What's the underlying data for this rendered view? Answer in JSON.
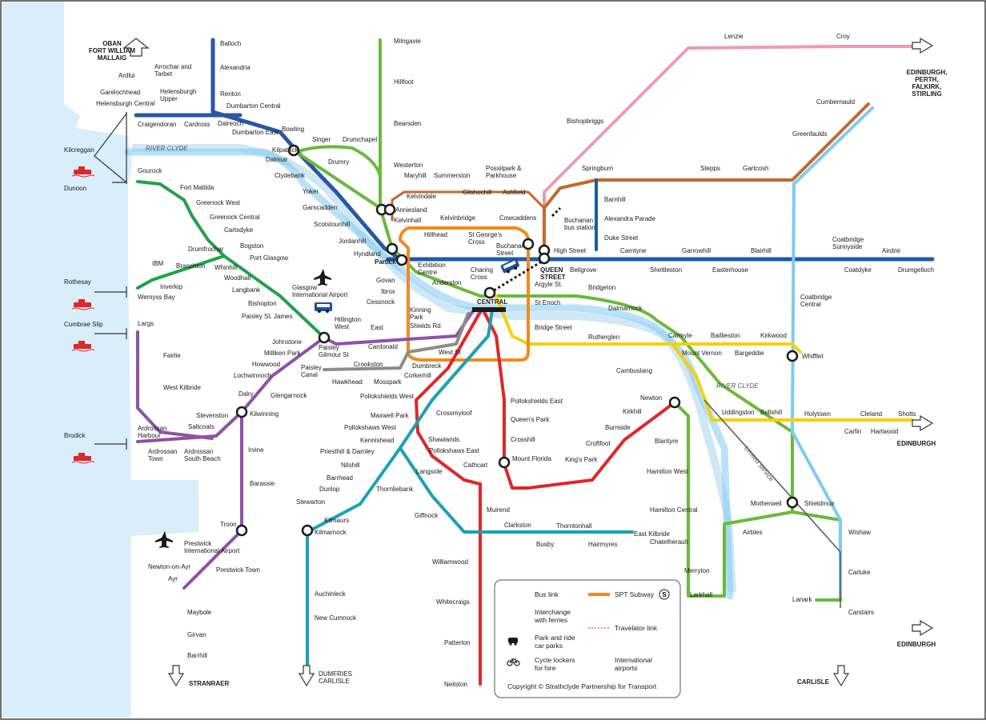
{
  "map": {
    "colors": {
      "sea": "#d9eef9",
      "river": "#d0e8f5",
      "north_clyde": "#2a56a6",
      "bearsden_milngavie": "#6bb93b",
      "cathcart_circle": "#e0262a",
      "east_kilbride_kilmarnock": "#1ba1b4",
      "ayrshire": "#8e52a5",
      "inverclyde": "#22a04a",
      "paisley_canal": "#8c8c8c",
      "argyle_line": "#f5d10a",
      "cumbernauld_springburn": "#c3692e",
      "edinburgh_falkirk": "#ee9ab0",
      "airdrie_bathgate": "#1e5aa8",
      "coatbridge_motherwell": "#7ecbf0",
      "subway": "#f08a1e",
      "bus": "#1f4e9c",
      "ferry": "#e0262a"
    },
    "stations": {
      "balloch": "Balloch",
      "alexandria": "Alexandria",
      "renton": "Renton",
      "dumbarton_central": "Dumbarton Central",
      "dalreoch": "Dalreoch",
      "dumbarton_east": "Dumbarton East",
      "bowling": "Bowling",
      "kilpatrick": "Kilpatrick",
      "dalmuir": "Dalmuir",
      "singer": "Singer",
      "drumchapel": "Drumchapel",
      "drumry": "Drumry",
      "clydebank": "Clydebank",
      "yoker": "Yoker",
      "garscadden": "Garscadden",
      "scotstounhill": "Scotstounhill",
      "jordanhill": "Jordanhill",
      "hyndland": "Hyndland",
      "partick": "Partick",
      "milngavie": "Milngavie",
      "hillfoot": "Hillfoot",
      "bearsden": "Bearsden",
      "westerton": "Westerton",
      "maryhill": "Maryhill",
      "summerston": "Summerston",
      "possilpark": "Possilpark &\nParkhouse",
      "kelvindale": "Kelvindale",
      "gilshochill": "Gilshochill",
      "ashfield": "Ashfield",
      "anniesland": "Anniesland",
      "kelvinhall": "Kelvinhall",
      "kelvinbridge": "Kelvinbridge",
      "cowcaddens": "Cowcaddens",
      "hillhead": "Hillhead",
      "st_georges_cross": "St George's\nCross",
      "buchanan_street": "Buchanan\nStreet",
      "buchanan_bus_station": "Buchanan\nbus station",
      "queen_street": "QUEEN\nSTREET",
      "high_street": "High Street",
      "bellgrove": "Bellgrove",
      "carntyne": "Carntyne",
      "garrowhill": "Garrowhill",
      "blairhill": "Blairhill",
      "coatbridge_sunnyside": "Coatbridge\nSunnyside",
      "airdrie": "Airdrie",
      "drumgelloch": "Drumgelloch",
      "shettleston": "Shettleston",
      "easterhouse": "Easterhouse",
      "coatdyke": "Coatdyke",
      "exhibition_centre": "Exhibition\nCentre",
      "anderston": "Anderston",
      "charing_cross": "Charing\nCross",
      "argyle_st": "Argyle St.",
      "central": "CENTRAL",
      "st_enoch": "St Enoch",
      "bridge_street": "Bridge Street",
      "bridgeton": "Bridgeton",
      "dalmarnock": "Dalmarnock",
      "rutherglen": "Rutherglen",
      "carmyle": "Carmyle",
      "baillieston": "Baillieston",
      "kirkwood": "Kirkwood",
      "mount_vernon": "Mount Vernon",
      "bargeddie": "Bargeddie",
      "whifflet": "Whifflet",
      "coatbridge_central": "Coatbridge\nCentral",
      "cambuslang": "Cambuslang",
      "newton": "Newton",
      "kirkhill": "Kirkhill",
      "burnside": "Burnside",
      "croftfoot": "Croftfoot",
      "kings_park": "King's Park",
      "blantyre": "Blantyre",
      "hamilton_west": "Hamilton West",
      "hamilton_central": "Hamilton Central",
      "chatelherault": "Chatelherault",
      "merryton": "Merryton",
      "larkhall": "Larkhall",
      "uddingston": "Uddingston",
      "bellshill": "Bellshill",
      "holytown": "Holytown",
      "cleland": "Cleland",
      "shotts": "Shotts",
      "carfin": "Carfin",
      "hartwood": "Hartwood",
      "motherwell": "Motherwell",
      "shieldmuir": "Shieldmuir",
      "airbles": "Airbles",
      "wishaw": "Wishaw",
      "carluke": "Carluke",
      "lanark": "Lanark",
      "carstairs": "Carstairs",
      "lenzie": "Lenzie",
      "croy": "Croy",
      "bishopbriggs": "Bishopbriggs",
      "cumbernauld": "Cumbernauld",
      "greenfaulds": "Greenfaulds",
      "springburn": "Springburn",
      "barnhill": "Barnhill",
      "alexandra_parade": "Alexandra Parade",
      "duke_street": "Duke Street",
      "stepps": "Stepps",
      "gartcosh": "Gartcosh",
      "govan": "Govan",
      "ibrox": "Ibrox",
      "cessnock": "Cessnock",
      "kinning_park": "Kinning\nPark",
      "shields_rd": "Shields Rd",
      "west_st": "West St",
      "hillington_west": "Hillington\nWest",
      "hillington_east": "East",
      "cardonald": "Cardonald",
      "paisley_gilmour_st": "Paisley\nGilmour St",
      "paisley_canal": "Paisley\nCanal",
      "crookston": "Crookston",
      "hawkhead": "Hawkhead",
      "mosspark": "Mosspark",
      "dumbreck": "Dumbreck",
      "corkerhill": "Corkerhill",
      "pollokshields_west": "Pollokshields West",
      "pollokshields_east": "Pollokshields East",
      "maxwell_park": "Maxwell Park",
      "crossmyloof": "Crossmyloof",
      "queens_park": "Queen's Park",
      "shawlands": "Shawlands",
      "pollokshaws_east": "Pollokshaws East",
      "crosshill": "Crosshill",
      "pollokshaws_west": "Pollokshaws West",
      "kennishead": "Kennishead",
      "priesthill": "Priesthill & Darnley",
      "nitshill": "Nitshill",
      "barrhead": "Barrhead",
      "dunlop": "Dunlop",
      "stewarton": "Stewarton",
      "kilmaurs": "Kilmaurs",
      "kilmarnock": "Kilmarnock",
      "auchinleck": "Auchinleck",
      "new_cumnock": "New Cumnock",
      "dumfries_carlisle": "DUMFRIES\nCARLISLE",
      "langside": "Langside",
      "cathcart": "Cathcart",
      "mount_florida": "Mount Florida",
      "thornliebank": "Thornliebank",
      "giffnock": "Giffnock",
      "muirend": "Muirend",
      "clarkston": "Clarkston",
      "busby": "Busby",
      "thorntonhall": "Thorntonhall",
      "hairmyres": "Hairmyres",
      "east_kilbride": "East Kilbride",
      "williamwood": "Williamwood",
      "whitecraigs": "Whitecraigs",
      "patterton": "Patterton",
      "neilston": "Neilston",
      "glasgow_airport": "Glasgow\nInternational Airport",
      "johnstone": "Johnstone",
      "milliken_park": "Milliken Park",
      "howwood": "Howwood",
      "lochwinnoch": "Lochwinnoch",
      "glengarnock": "Glengarnock",
      "dalry": "Dalry",
      "kilwinning": "Kilwinning",
      "stevenston": "Stevenston",
      "saltcoats": "Saltcoats",
      "ardrossan_harbour": "Ardrossan\nHarbour",
      "ardrossan_town": "Ardrossan\nTown",
      "ardrossan_south_beach": "Ardrossan\nSouth Beach",
      "west_kilbride": "West Kilbride",
      "fairlie": "Fairlie",
      "largs": "Largs",
      "irvine": "Irvine",
      "barassie": "Barassie",
      "troon": "Troon",
      "prestwick_airport": "Prestwick\nInternational Airport",
      "prestwick_town": "Prestwick Town",
      "newton_on_ayr": "Newton-on-Ayr",
      "ayr": "Ayr",
      "maybole": "Maybole",
      "girvan": "Girvan",
      "barrhill": "Barrhill",
      "stranraer": "STRANRAER",
      "gourock": "Gourock",
      "fort_matilda": "Fort Matilda",
      "greenock_west": "Greenock West",
      "greenock_central": "Greenock Central",
      "cartsdyke": "Cartsdyke",
      "bogston": "Bogston",
      "port_glasgow": "Port Glasgow",
      "whinhill": "Whinhill",
      "drumfrochar": "Drumfrochar",
      "branchton": "Branchton",
      "ibm": "IBM",
      "inverkip": "Inverkip",
      "wemyss_bay": "Wemyss Bay",
      "woodhall": "Woodhall",
      "langbank": "Langbank",
      "bishopton": "Bishopton",
      "paisley_st_james": "Paisley St. James",
      "craigendoran": "Craigendoran",
      "cardross": "Cardross",
      "helensburgh_central": "Helensburgh Central",
      "helensburgh_upper": "Helensburgh\nUpper",
      "garelochhead": "Garelochhead",
      "arrochar": "Arrochar and\nTarbet",
      "ardlui": "Ardlui",
      "oban": "OBAN\nFORT WILLIAM\nMALLAIG",
      "edinburgh_perth": "EDINBURGH,\nPERTH,\nFALKIRK,\nSTIRLING",
      "edinburgh_1": "EDINBURGH",
      "edinburgh_2": "EDINBURGH",
      "carlisle": "CARLISLE",
      "kilcreggan": "Kilcreggan",
      "dunoon": "Dunoon",
      "rothesay": "Rothesay",
      "cumbrae_slip": "Cumbrae  Slip",
      "brodick": "Brodick"
    },
    "rivers": {
      "clyde_1": "RIVER CLYDE",
      "clyde_2": "RIVER CLYDE"
    },
    "notes": {
      "limited_service": "Limited service"
    },
    "legend": {
      "bus_link": "Bus link",
      "ferry_interchange": "Interchange\nwith ferries",
      "park_ride": "Park and ride\ncar parks",
      "cycle_lockers": "Cycle lockers\nfor hire",
      "spt_subway": "SPT Subway",
      "subway_symbol": "S",
      "travelator": "Travelator link",
      "international_airports": "International\nairports",
      "copyright": "Copyright © Strathclyde Partnership for Transport"
    }
  }
}
